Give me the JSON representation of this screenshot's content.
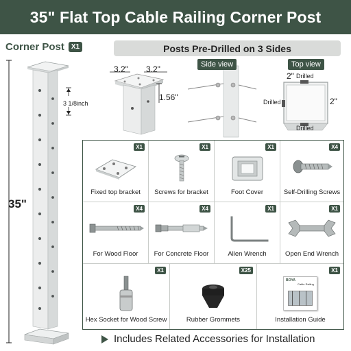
{
  "banner": {
    "title": "35\" Flat Top Cable Railing Corner Post"
  },
  "post": {
    "label": "Corner Post",
    "qty": "X1",
    "height_dim": "35\"",
    "hole_spacing": "3 1/8inch"
  },
  "predrill": {
    "label": "Posts Pre-Drilled on 3 Sides"
  },
  "top_detail": {
    "dim_a": "3.2\"",
    "dim_b": "3.2\"",
    "dim_c": "1.56\""
  },
  "side_view": {
    "label": "Side view"
  },
  "top_view": {
    "label": "Top view",
    "dim_top": "2\"",
    "drilled_top": "Drilled",
    "drilled_left": "Drilled",
    "dim_right": "2\"",
    "drilled_bottom": "Drilled"
  },
  "accessories": [
    {
      "name": "Fixed top bracket",
      "qty": "X1",
      "icon": "bracket-plate-icon"
    },
    {
      "name": "Screws for bracket",
      "qty": "X1",
      "icon": "bracket-screw-icon"
    },
    {
      "name": "Foot Cover",
      "qty": "X1",
      "icon": "foot-cover-icon"
    },
    {
      "name": "Self-Drilling Screws",
      "qty": "X4",
      "icon": "self-drilling-screw-icon"
    },
    {
      "name": "For Wood Floor",
      "qty": "X4",
      "icon": "lag-screw-icon"
    },
    {
      "name": "For Concrete Floor",
      "qty": "X4",
      "icon": "expansion-bolt-icon"
    },
    {
      "name": "Allen Wrench",
      "qty": "X1",
      "icon": "allen-wrench-icon"
    },
    {
      "name": "Open End Wrench",
      "qty": "X1",
      "icon": "open-end-wrench-icon"
    },
    {
      "name": "Hex Socket for Wood Screw",
      "qty": "X1",
      "icon": "hex-socket-icon"
    },
    {
      "name": "Rubber Grommets",
      "qty": "X25",
      "icon": "rubber-grommet-icon"
    },
    {
      "name": "Installation Guide",
      "qty": "X1",
      "icon": "installation-guide-icon"
    }
  ],
  "guide": {
    "brand": "BOYA",
    "title": "Cable Railing"
  },
  "footer": {
    "text": "Includes Related Accessories for Installation"
  },
  "colors": {
    "brand": "#3e5446",
    "metal": "#e6e8e8"
  }
}
